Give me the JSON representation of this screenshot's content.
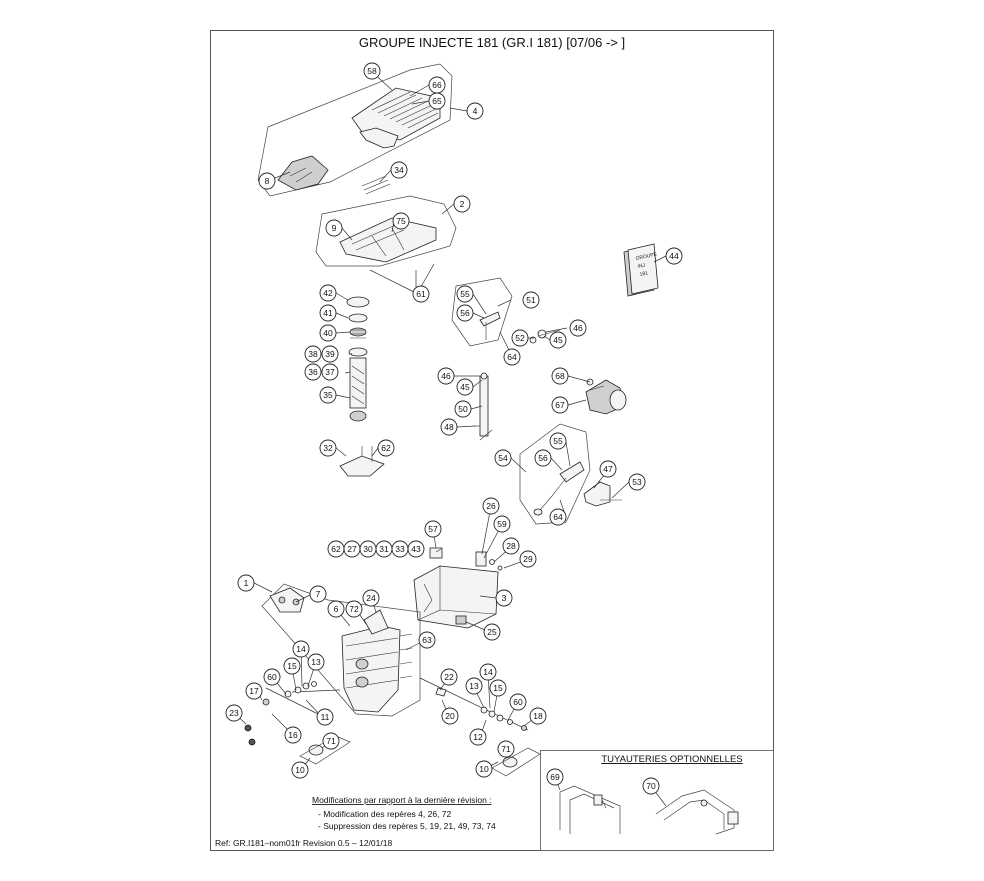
{
  "title": "GROUPE INJECTE 181 (GR.I 181) [07/06 -> ]",
  "callouts": {
    "c58": "58",
    "c66": "66",
    "c65": "65",
    "c4": "4",
    "c8": "8",
    "c34": "34",
    "c2": "2",
    "c75": "75",
    "c9": "9",
    "c61": "61",
    "c44": "44",
    "c42": "42",
    "c41": "41",
    "c40": "40",
    "c38": "38",
    "c39": "39",
    "c36": "36",
    "c37": "37",
    "c35": "35",
    "c32": "32",
    "c62a": "62",
    "c55a": "55",
    "c56a": "56",
    "c51": "51",
    "c64a": "64",
    "c52": "52",
    "c45a": "45",
    "c46a": "46",
    "c46b": "46",
    "c45b": "45",
    "c50": "50",
    "c48": "48",
    "c68": "68",
    "c67": "67",
    "c55b": "55",
    "c56b": "56",
    "c54": "54",
    "c47": "47",
    "c53": "53",
    "c64b": "64",
    "c26": "26",
    "c59": "59",
    "c57": "57",
    "c28": "28",
    "c29": "29",
    "c62b": "62",
    "c27": "27",
    "c30": "30",
    "c31": "31",
    "c33": "33",
    "c43": "43",
    "c1": "1",
    "c7": "7",
    "c6": "6",
    "c72": "72",
    "c24": "24",
    "c3": "3",
    "c25": "25",
    "c63": "63",
    "c14a": "14",
    "c15a": "15",
    "c13a": "13",
    "c60a": "60",
    "c17": "17",
    "c11": "11",
    "c23": "23",
    "c16": "16",
    "c71a": "71",
    "c10a": "10",
    "c22": "22",
    "c14b": "14",
    "c13b": "13",
    "c15b": "15",
    "c60b": "60",
    "c18": "18",
    "c20": "20",
    "c12": "12",
    "c71b": "71",
    "c10b": "10",
    "c69": "69",
    "c70": "70"
  },
  "book_label": [
    "GROUPE",
    "INJ",
    "181"
  ],
  "optional_box": {
    "heading": "TUYAUTERIES OPTIONNELLES"
  },
  "revision_notes": {
    "heading": "Modifications par rapport à la dernière révision :",
    "line1": "- Modification des repères 4, 26, 72",
    "line2": "- Suppression des repères 5, 19, 21, 49, 73, 74"
  },
  "footer": {
    "reference": "Ref:  GR.I181–nom01fr  Revision  0.5  –  12/01/18"
  }
}
